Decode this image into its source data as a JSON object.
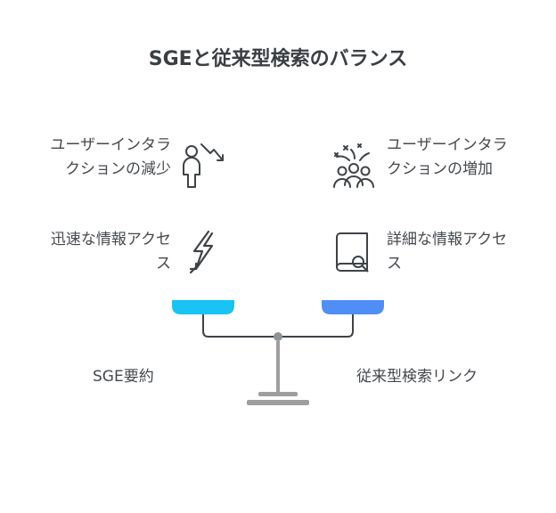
{
  "title": "SGEと従来型検索のバランス",
  "left": {
    "item1": "ユーザーインタラクションの減少",
    "item2": "迅速な情報アクセス",
    "pan_label": "SGE要約",
    "pan_color": "#19c3f3",
    "icons": [
      "person-decrease-icon",
      "lightning-bolt-icon"
    ]
  },
  "right": {
    "item1": "ユーザーインタラクションの増加",
    "item2": "詳細な情報アクセス",
    "pan_label": "従来型検索リンク",
    "pan_color": "#4f8df7",
    "icons": [
      "group-sparkle-icon",
      "book-search-icon"
    ]
  },
  "scale_color": "#9e9e9e"
}
